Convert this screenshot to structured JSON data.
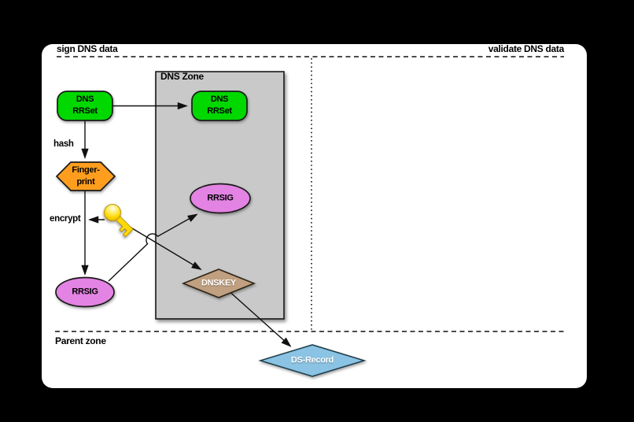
{
  "regions": {
    "sign_section_label": "sign DNS data",
    "validate_section_label": "validate DNS data",
    "dns_zone_label": "DNS Zone",
    "parent_zone_label": "Parent zone"
  },
  "edge_labels": {
    "hash": "hash",
    "encrypt": "encrypt"
  },
  "nodes": {
    "dns_rrset_left": "DNS\nRRSet",
    "dns_rrset_zone": "DNS\nRRSet",
    "fingerprint": "Finger-\nprint",
    "rrsig_zone": "RRSIG",
    "rrsig_left": "RRSIG",
    "dnskey": "DNSKEY",
    "ds_record": "DS-Record"
  },
  "icons": {
    "key": "key-icon"
  },
  "colors": {
    "background": "#000000",
    "panel": "#ffffff",
    "zone_gray": "#c9c9c9",
    "rrset_green": "#00d800",
    "fingerprint_orange": "#ff9e1e",
    "rrsig_violet": "#e383e3",
    "dnskey_tan": "#c0a080",
    "ds_blue": "#8ac3e3",
    "key_yellow": "#ffdf00",
    "line_black": "#111111"
  }
}
